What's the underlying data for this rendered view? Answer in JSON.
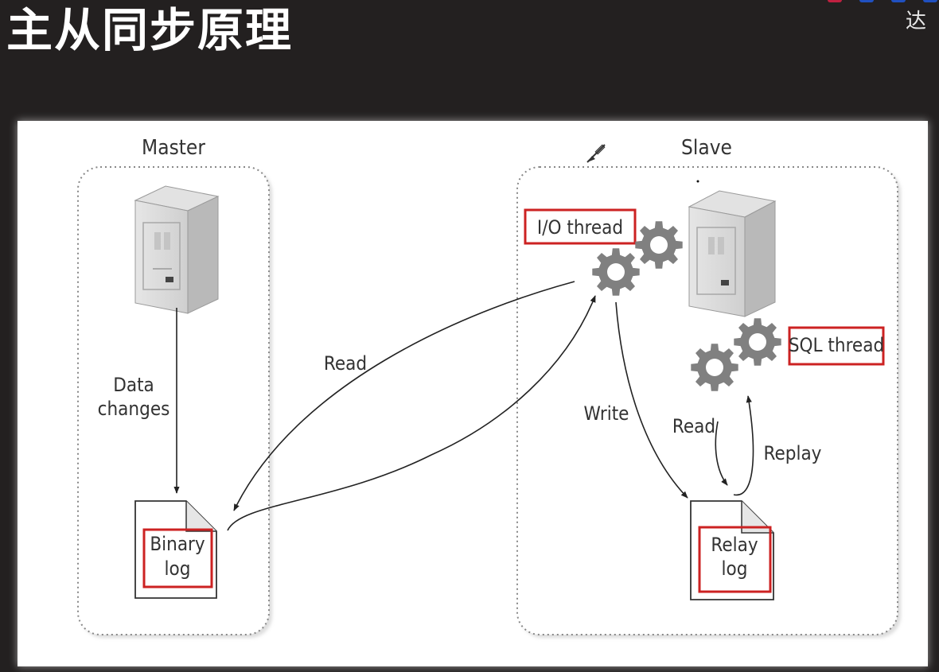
{
  "slide_title": "主从同步原理",
  "corner_text": "达",
  "colors": {
    "background": "#232020",
    "highlight_box": "#cc2222",
    "gear": "#808080",
    "corner_marks": [
      "#c02040",
      "#2050c0",
      "#2050c0",
      "#2050c0"
    ]
  },
  "diagram": {
    "master": {
      "title": "Master",
      "arrow_label_line1": "Data",
      "arrow_label_line2": "changes",
      "binlog_line1": "Binary",
      "binlog_line2": "log",
      "server_icon": "server-icon",
      "file_icon": "document-icon"
    },
    "read_label": "Read",
    "slave": {
      "title": "Slave",
      "io_thread": "I/O thread",
      "sql_thread": "SQL thread",
      "write_label": "Write",
      "read_label": "Read",
      "replay_label": "Replay",
      "relaylog_line1": "Relay",
      "relaylog_line2": "log",
      "server_icon": "server-icon",
      "gear_icon": "gear-icon"
    }
  }
}
